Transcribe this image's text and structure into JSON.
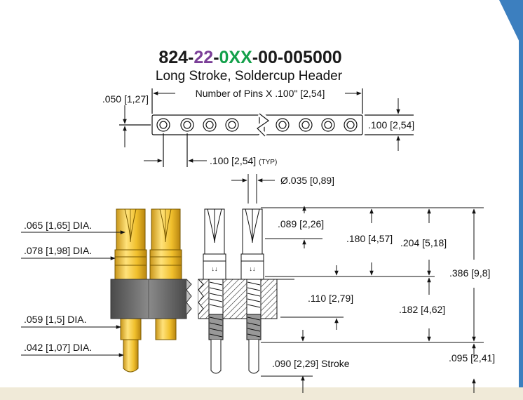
{
  "part_number": {
    "prefix": "824-",
    "pin_code": "22",
    "sep1": "-",
    "pin_count_code": "0XX",
    "suffix": "-00-005000",
    "colors": {
      "prefix": "#1a1a1a",
      "pin_code": "#7b3f98",
      "pin_count_code": "#13a04a",
      "suffix": "#1a1a1a"
    }
  },
  "subtitle": "Long Stroke, Soldercup Header",
  "top_view": {
    "row_offset": ".050 [1,27]",
    "length": "Number of Pins X .100\" [2,54]",
    "height": ".100 [2,54]",
    "pitch": ".100 [2,54]",
    "pitch_note": "(TYP)"
  },
  "side_view": {
    "hole_dia": "Ø.035 [0,89]",
    "dia_065": ".065 [1,65] DIA.",
    "dia_078": ".078 [1,98] DIA.",
    "dia_059": ".059 [1,5] DIA.",
    "dia_042": ".042 [1,07] DIA.",
    "dim_089": ".089 [2,26]",
    "dim_180": ".180 [4,57]",
    "dim_204": ".204 [5,18]",
    "dim_386": ".386 [9,8]",
    "dim_110": ".110 [2,79]",
    "dim_182": ".182 [4,62]",
    "dim_095": ".095 [2,41]",
    "stroke": ".090 [2,29] Stroke"
  },
  "colors": {
    "gold": "#f3c531",
    "gold_dark": "#b8860b",
    "insulator": "#6f6f6f",
    "frame": "#3c7fbf",
    "bottom_band": "#f0ead8"
  }
}
